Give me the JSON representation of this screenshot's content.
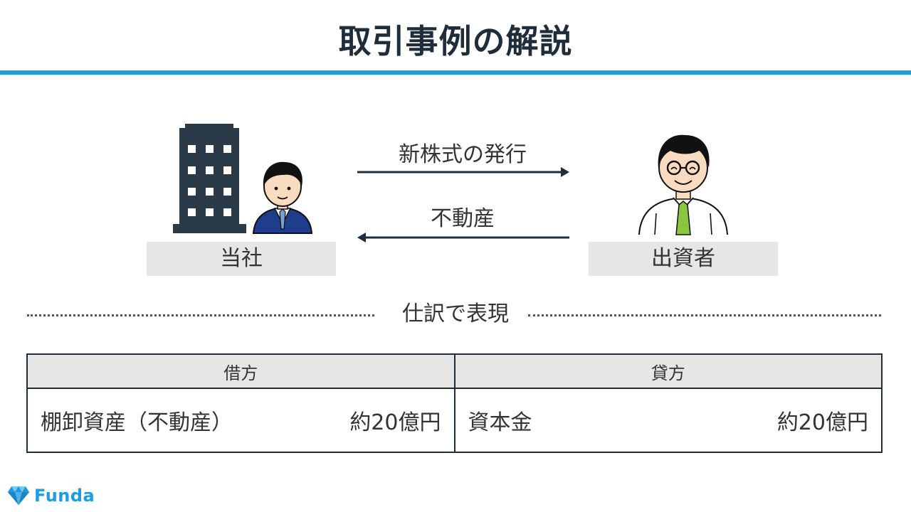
{
  "title": "取引事例の解説",
  "parties": {
    "company": "当社",
    "investor": "出資者"
  },
  "flows": {
    "to_investor": "新株式の発行",
    "to_company": "不動産"
  },
  "section_heading": "仕訳で表現",
  "journal": {
    "debit_header": "借方",
    "credit_header": "貸方",
    "debit_account": "棚卸資産（不動産）",
    "debit_amount": "約20億円",
    "credit_account": "資本金",
    "credit_amount": "約20億円"
  },
  "brand": {
    "name": "Funda",
    "accent": "#1f9be0",
    "dark": "#1f2d3a",
    "label_bg": "#e6e6e6"
  },
  "icons": {
    "building": "office-building-icon",
    "businessman": "businessman-icon",
    "investor": "investor-icon",
    "logo": "funda-gem-icon"
  }
}
